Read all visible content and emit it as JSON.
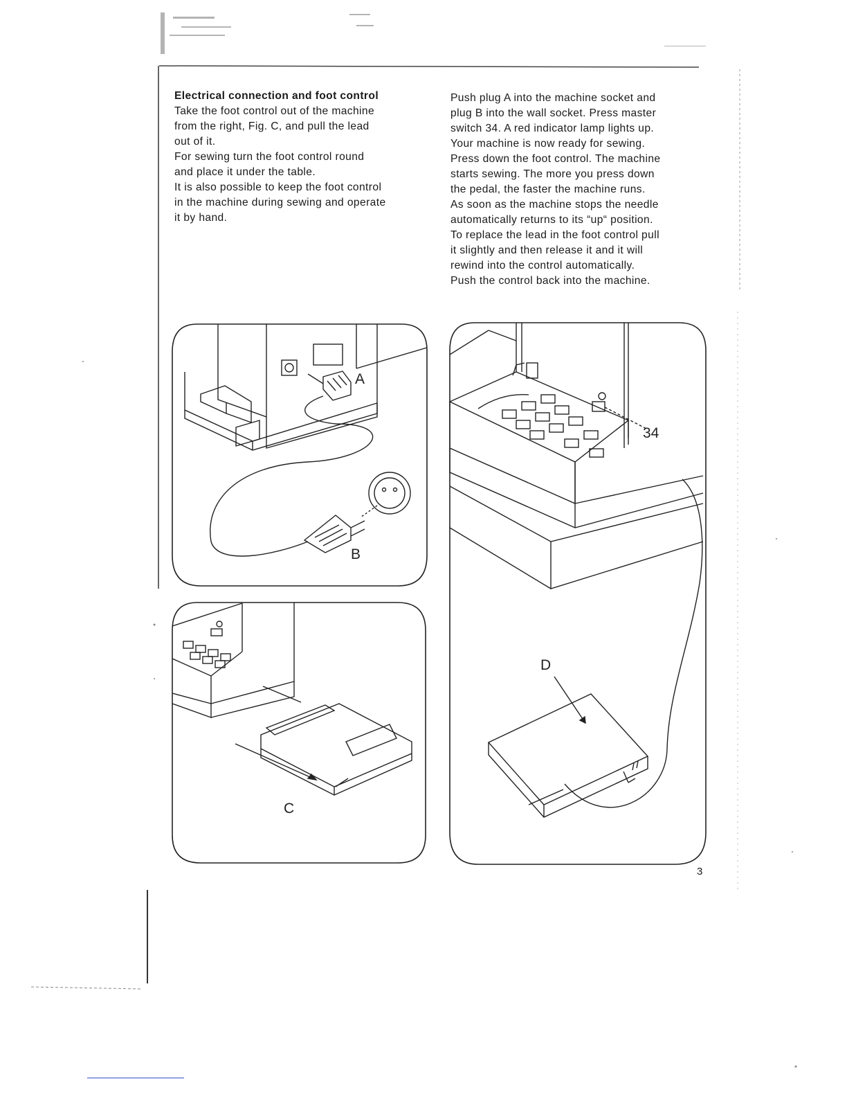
{
  "text": {
    "heading": "Electrical connection and foot control",
    "left_paragraphs": [
      "Take the foot control out of the machine\nfrom the right, Fig. C, and pull the lead\nout of it.",
      "For sewing turn the foot control round\nand place it under the table.",
      "It is also possible to keep the foot control\nin the machine during sewing and operate\nit by hand."
    ],
    "right_paragraphs": [
      "Push plug A into the machine socket and\nplug B into the wall socket. Press master\nswitch 34. A red indicator lamp lights up.\nYour machine is now ready for sewing.",
      "Press down the foot control. The machine\nstarts sewing. The more you press down\nthe pedal, the faster the machine runs.",
      "As soon as the machine stops the needle\nautomatically returns to its “up“ position.",
      "To replace the lead in the foot control pull\nit slightly and then release it and it will\nrewind into the control automatically.",
      "Push the control back into the machine."
    ]
  },
  "figures": {
    "top_left": {
      "labels": {
        "a": "A",
        "b": "B"
      }
    },
    "bottom_left": {
      "labels": {
        "c": "C"
      }
    },
    "right": {
      "labels": {
        "d": "D",
        "switch": "34"
      }
    }
  },
  "page_number": "3"
}
